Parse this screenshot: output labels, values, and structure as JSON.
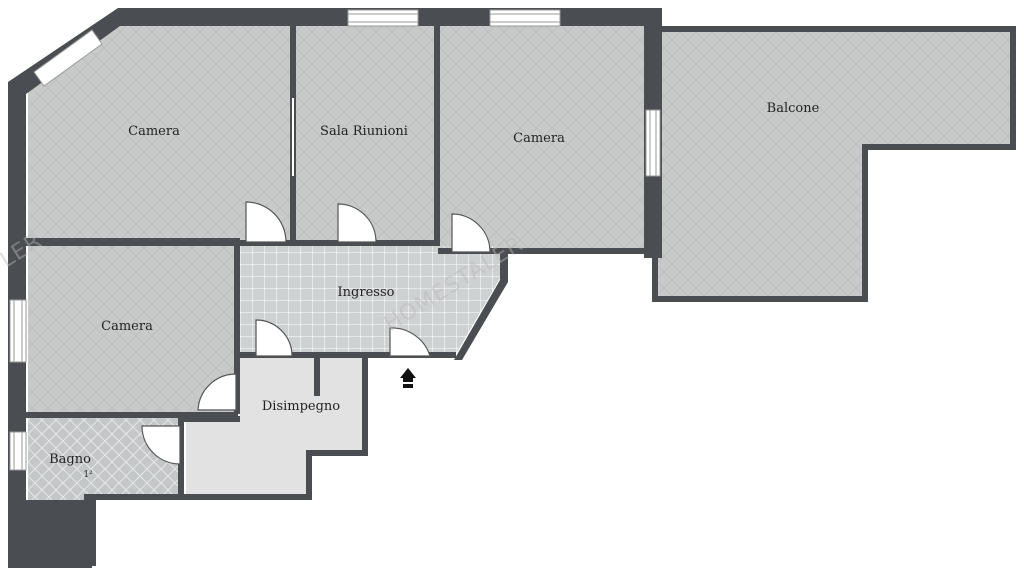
{
  "rooms": {
    "camera_1": "Camera",
    "sala_riunioni": "Sala Riunioni",
    "camera_2": "Camera",
    "balcone": "Balcone",
    "ingresso": "Ingresso",
    "camera_3": "Camera",
    "disimpegno": "Disimpegno",
    "bagno": "Bagno"
  },
  "bagno_area": "1²",
  "watermark": "HOMESTALER",
  "watermark_left": "LER",
  "icons": {
    "entrance": "entrance-arrow-icon"
  },
  "colors": {
    "wall": "#4a4d51",
    "room_fill": "#c7c9ca",
    "tile_fill": "#cfd2d3",
    "hall_fill": "#e2e2e2",
    "window": "#ffffff"
  }
}
